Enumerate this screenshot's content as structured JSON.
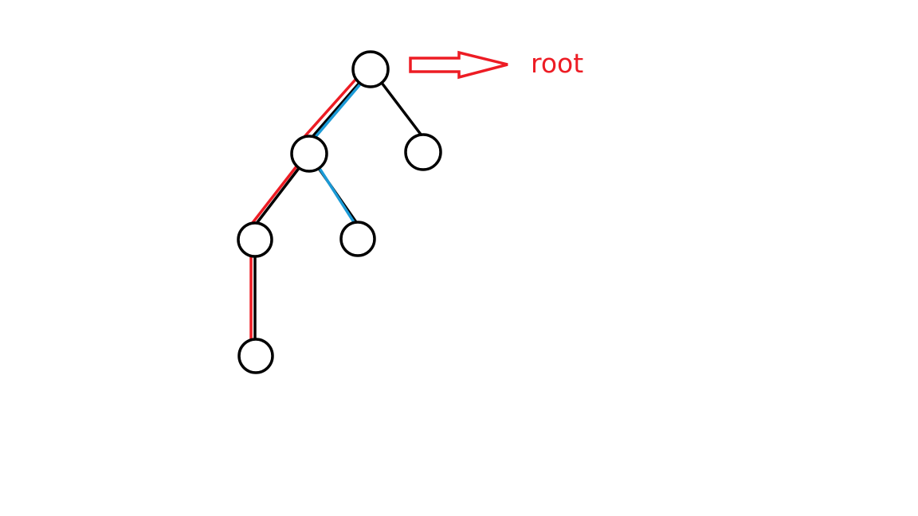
{
  "diagram": {
    "label_text": "root",
    "colors": {
      "background": "#ffffff",
      "node_stroke": "#000000",
      "edge_stroke": "#000000",
      "highlight_red": "#ed1c24",
      "highlight_blue": "#1b9ad6",
      "arrow": "#ed1c24",
      "label": "#ed1c24"
    },
    "nodes": [
      {
        "id": "root"
      },
      {
        "id": "left-child"
      },
      {
        "id": "right-child"
      },
      {
        "id": "left-left-grandchild"
      },
      {
        "id": "left-right-grandchild"
      },
      {
        "id": "deepest-leaf"
      }
    ],
    "edges": [
      {
        "from": "root",
        "to": "left-child",
        "highlights": [
          "red",
          "blue"
        ]
      },
      {
        "from": "root",
        "to": "right-child",
        "highlights": []
      },
      {
        "from": "left-child",
        "to": "left-left-grandchild",
        "highlights": [
          "red"
        ]
      },
      {
        "from": "left-child",
        "to": "left-right-grandchild",
        "highlights": [
          "blue"
        ]
      },
      {
        "from": "left-left-grandchild",
        "to": "deepest-leaf",
        "highlights": [
          "red"
        ]
      }
    ]
  }
}
